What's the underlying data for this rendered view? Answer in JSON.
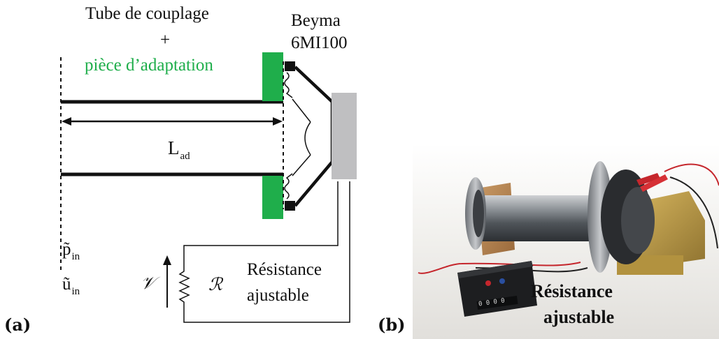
{
  "panel_a": {
    "label": "(a)",
    "title_line1": "Tube de couplage",
    "title_plus": "+",
    "title_line2": "pièce d’adaptation",
    "speaker_line1": "Beyma",
    "speaker_line2": "6MI100",
    "length_label": "L",
    "length_sub": "ad",
    "pressure_label": "p̃",
    "pressure_sub": "in",
    "velocity_label": "ũ",
    "velocity_sub": "in",
    "voltage_symbol": "𝒱",
    "resistance_symbol": "ℛ",
    "resistance_line1": "Résistance",
    "resistance_line2": "ajustable",
    "colors": {
      "adapter": "#1fae4b",
      "magnet": "#bfbfc1",
      "line": "#111111"
    }
  },
  "panel_b": {
    "label": "(b)",
    "overlay_line1": "Résistance",
    "overlay_line2": "ajustable",
    "device_display": "0 0 0 0"
  }
}
